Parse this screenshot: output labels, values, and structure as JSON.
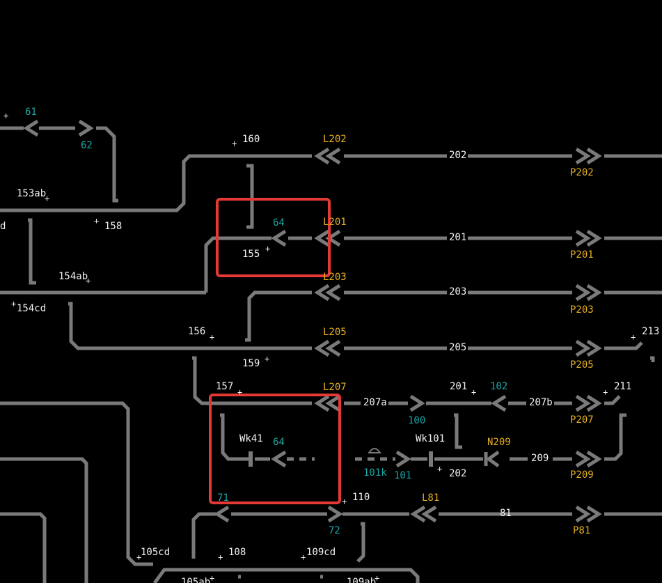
{
  "colors": {
    "background": "#000000",
    "track": "#7a7a7a",
    "highlight": "#e53935",
    "label_white": "#f2f2f2",
    "label_cyan": "#1aa6a6",
    "label_yellow": "#e6b020"
  },
  "labels": {
    "l61": "61",
    "l62": "62",
    "l160": "160",
    "l153ab": "153ab",
    "ld": "d",
    "l158": "158",
    "l64a": "64",
    "l155": "155",
    "l154ab": "154ab",
    "l154cd": "154cd",
    "l156": "156",
    "l159": "159",
    "l157": "157",
    "L202": "L202",
    "L201": "L201",
    "L203": "L203",
    "L205": "L205",
    "L207": "L207",
    "t202": "202",
    "t201": "201",
    "t203": "203",
    "t205": "205",
    "P202": "P202",
    "P201": "P201",
    "P203": "P203",
    "P205": "P205",
    "P207": "P207",
    "P209": "P209",
    "t213": "213",
    "t207a": "207a",
    "t100": "100",
    "t201b": "201",
    "t102": "102",
    "t207b": "207b",
    "t211": "211",
    "Wk41": "Wk41",
    "l64b": "64",
    "Wk101": "Wk101",
    "N209": "N209",
    "t209": "209",
    "t101k": "101k",
    "t101": "101",
    "t202b": "202",
    "l71": "71",
    "t110": "110",
    "L81": "L81",
    "t81": "81",
    "t72": "72",
    "P81": "P81",
    "t105cd": "105cd",
    "t108": "108",
    "t109cd": "109cd",
    "t105ab": "105ab",
    "t109ab": "109ab"
  }
}
